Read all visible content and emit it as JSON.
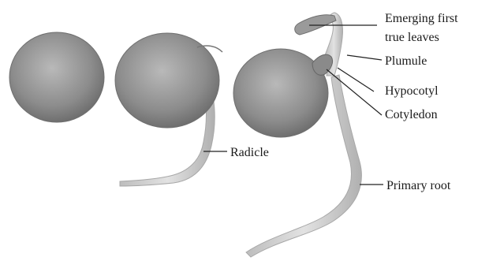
{
  "labels": {
    "emerging_line1": "Emerging first",
    "emerging_line2": "true leaves",
    "plumule": "Plumule",
    "hypocotyl": "Hypocotyl",
    "cotyledon": "Cotyledon",
    "radicle": "Radicle",
    "primary_root": "Primary root"
  },
  "colors": {
    "seed_dark": "#6f6f6f",
    "seed_mid": "#9a9a9a",
    "seed_light": "#b9b9b9",
    "stem": "#d6d6d6",
    "stem_edge": "#a8a8a8",
    "leader_line": "#222222",
    "text": "#1a1a1a"
  }
}
